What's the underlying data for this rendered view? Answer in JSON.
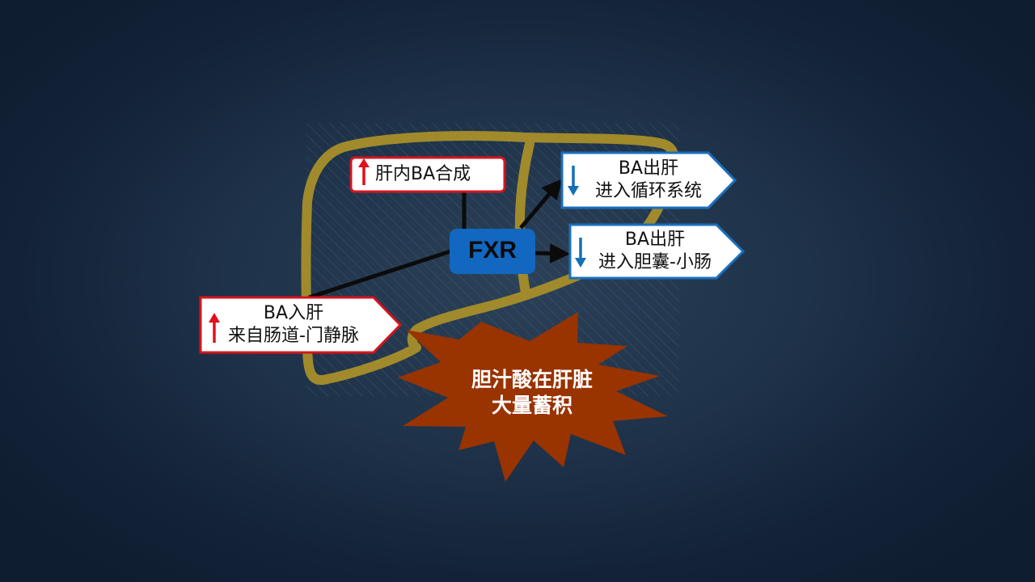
{
  "diagram": {
    "node_fxr": "FXR",
    "synthesis": {
      "label": "肝内BA合成",
      "direction": "up"
    },
    "inflow": {
      "line1": "BA入肝",
      "line2": "来自肠道-门静脉",
      "direction": "up"
    },
    "efflux_circulation": {
      "line1": "BA出肝",
      "line2": "进入循环系统",
      "direction": "down"
    },
    "efflux_gallbladder": {
      "line1": "BA出肝",
      "line2": "进入胆囊-小肠",
      "direction": "down"
    },
    "result": {
      "line1": "胆汁酸在肝脏",
      "line2": "大量蓄积"
    }
  },
  "colors": {
    "liver_outline": "#a08a2b",
    "fxr_fill": "#1268c0",
    "up_arrow": "#e0101c",
    "down_arrow": "#1270b8",
    "burst_fill": "#993300",
    "red_border": "#d8141c",
    "blue_border": "#1a6fbe"
  },
  "icons": {
    "up": "red-up-arrow-icon",
    "down": "blue-down-arrow-icon"
  }
}
